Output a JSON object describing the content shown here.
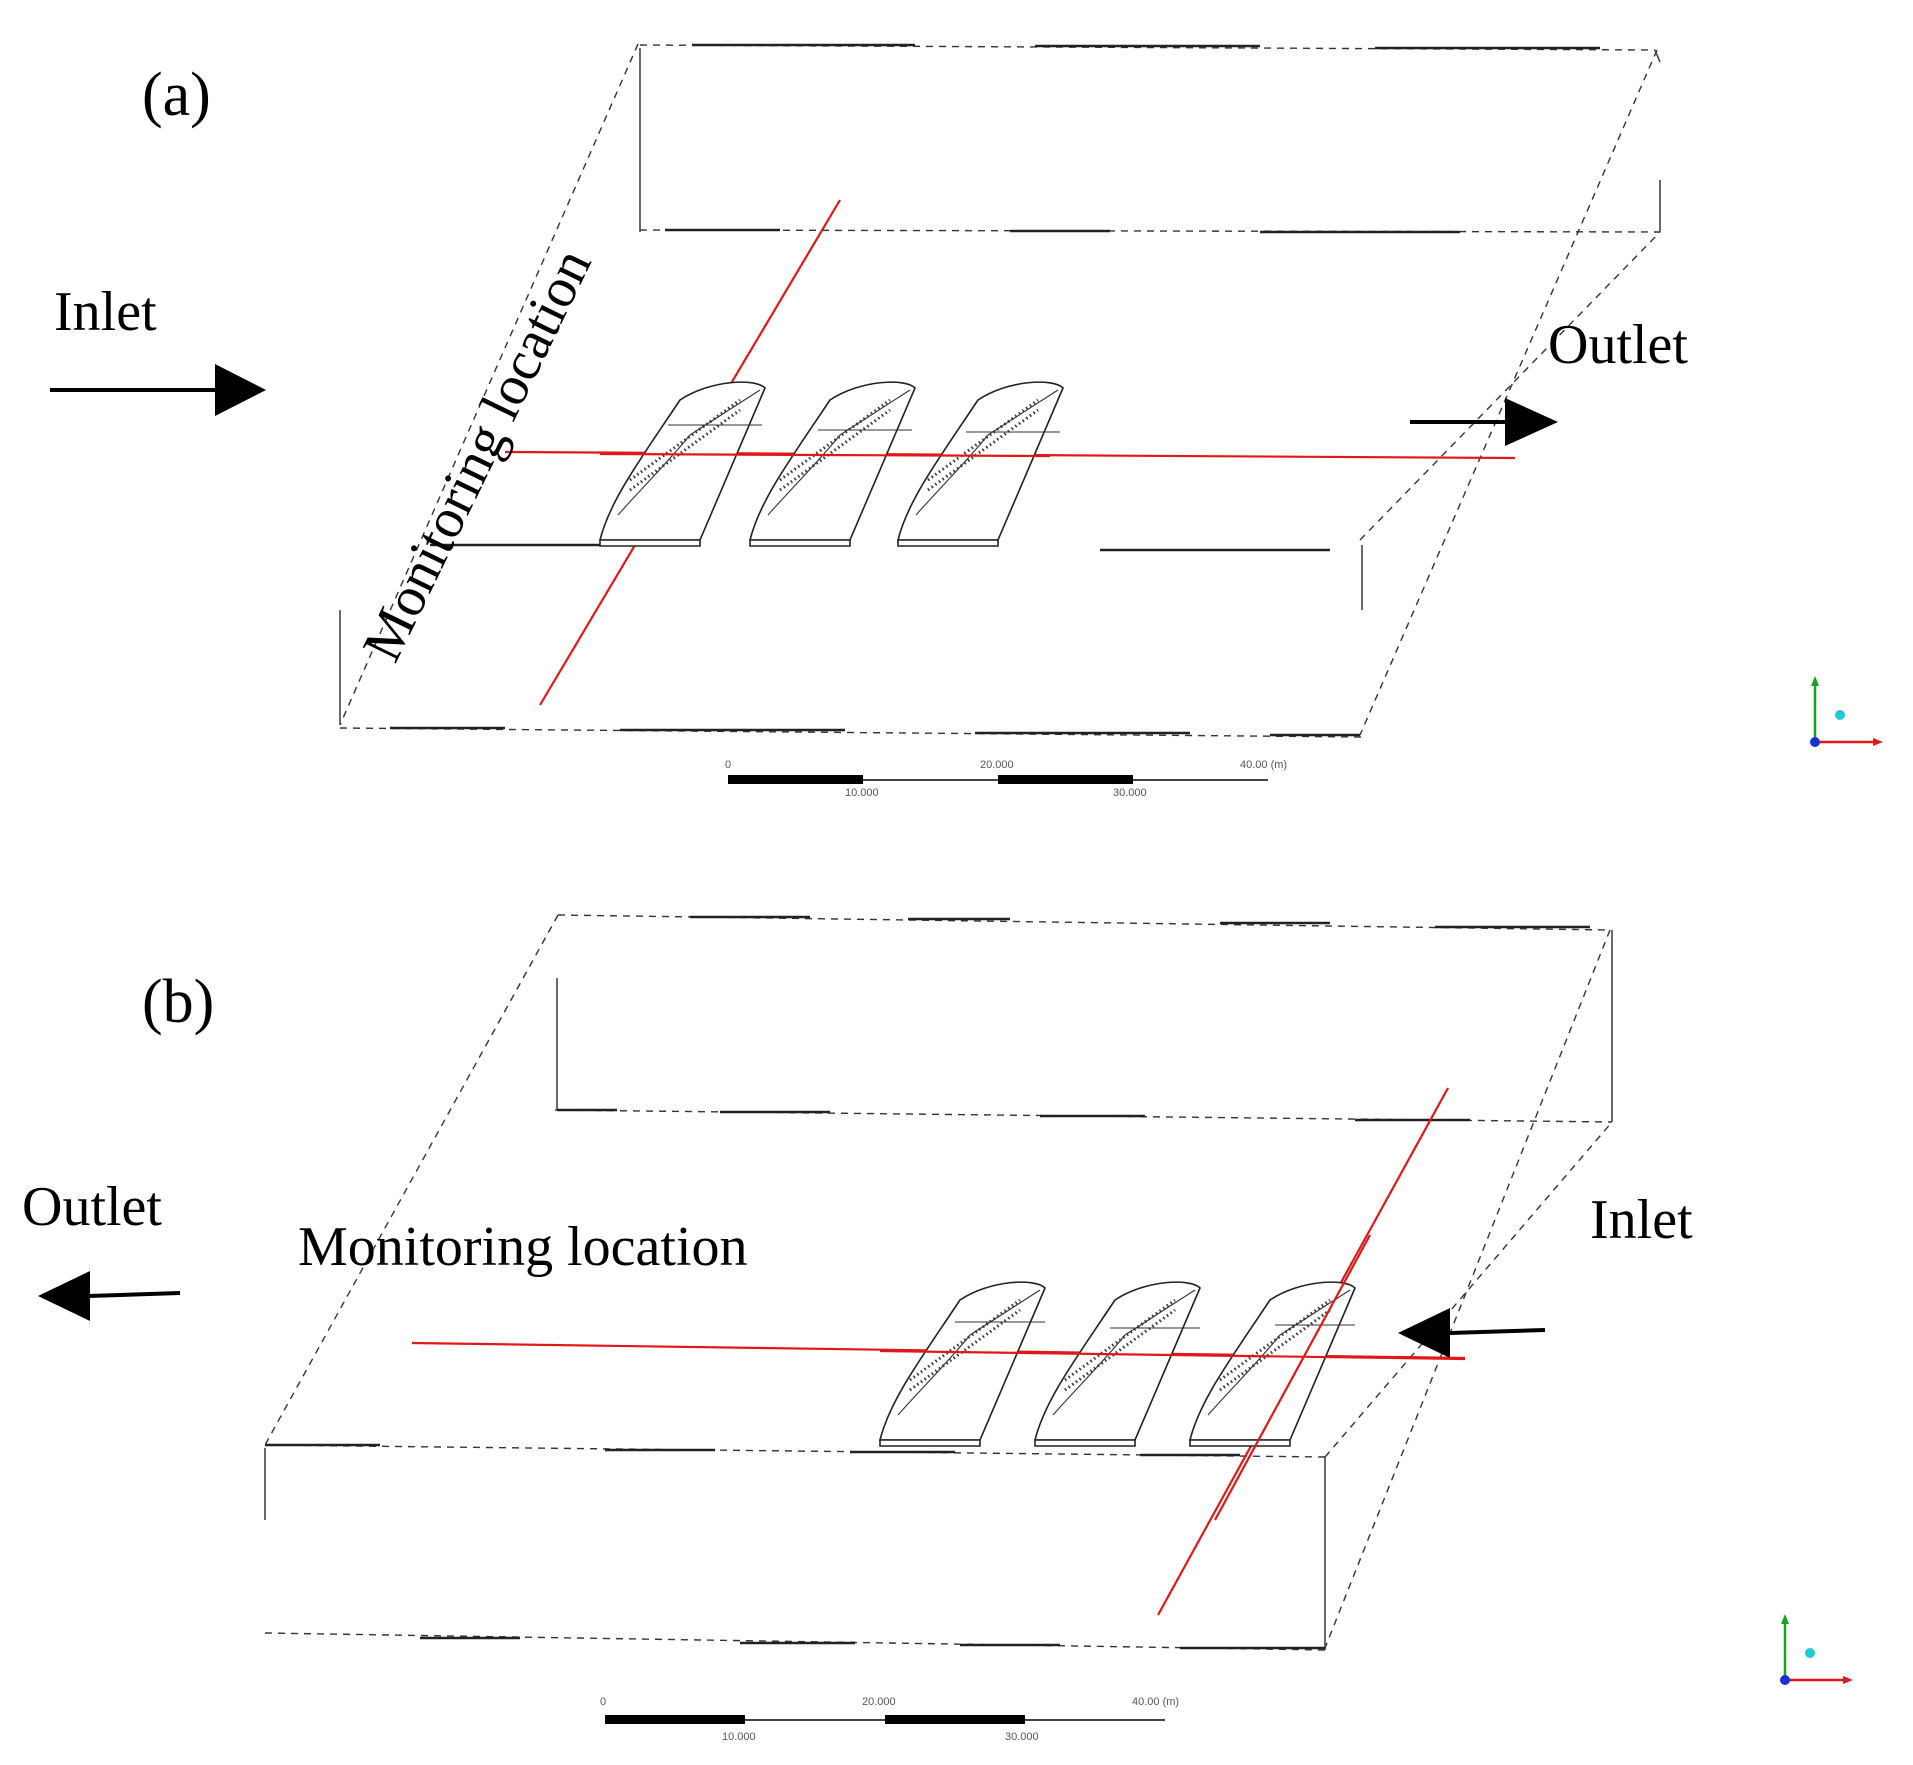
{
  "panels": [
    {
      "panel_label": "(a)",
      "inlet_label": "Inlet",
      "outlet_label": "Outlet",
      "monitoring_label": "Monitoring location",
      "scale_top": [
        "0",
        "20.000",
        "40.00 (m)"
      ],
      "scale_bottom": [
        "10.000",
        "30.000"
      ]
    },
    {
      "panel_label": "(b)",
      "inlet_label": "Inlet",
      "outlet_label": "Outlet",
      "monitoring_label": "Monitoring location",
      "scale_top": [
        "0",
        "20.000",
        "40.00 (m)"
      ],
      "scale_bottom": [
        "10.000",
        "30.000"
      ]
    }
  ],
  "colors": {
    "monitoring_line": "#e01818",
    "axis_x": "#e01818",
    "axis_y": "#19a319",
    "axis_z": "#1a2fd6",
    "axis_origin": "#22c8d8"
  }
}
